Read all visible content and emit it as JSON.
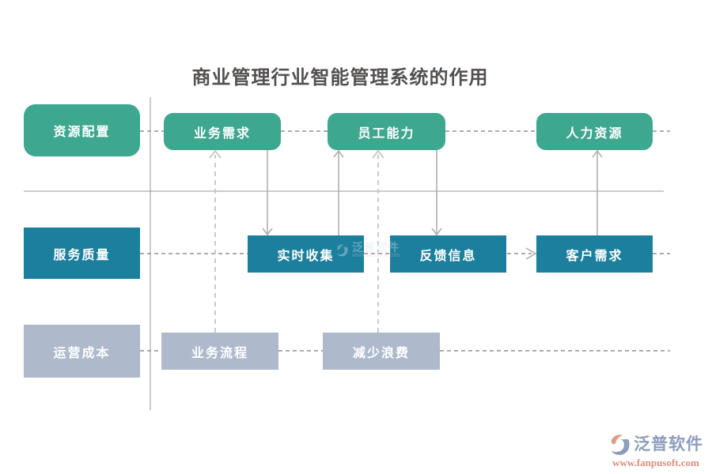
{
  "title": "商业管理行业智能管理系统的作用",
  "palette": {
    "green": "#3DA78F",
    "teal": "#1C7F9E",
    "gray": "#AEB9CC",
    "line": "#999999",
    "dash": "#8f8f8f",
    "connector": "#ababab",
    "dashed_connector": "#cacaca",
    "title_color": "#555050",
    "brand": "#8D9DBB",
    "brand_url": "#DD8E7C"
  },
  "row_headers": [
    {
      "label": "资源配置"
    },
    {
      "label": "服务质量"
    },
    {
      "label": "运营成本"
    }
  ],
  "nodes": {
    "business_needs": "业务需求",
    "employee_ability": "员工能力",
    "human_resources": "人力资源",
    "realtime_collection": "实时收集",
    "feedback_info": "反馈信息",
    "customer_needs": "客户需求",
    "business_process": "业务流程",
    "reduce_waste": "减少浪费"
  },
  "watermark": {
    "brand": "泛普软件",
    "url": "www.fanpusoft.com"
  }
}
